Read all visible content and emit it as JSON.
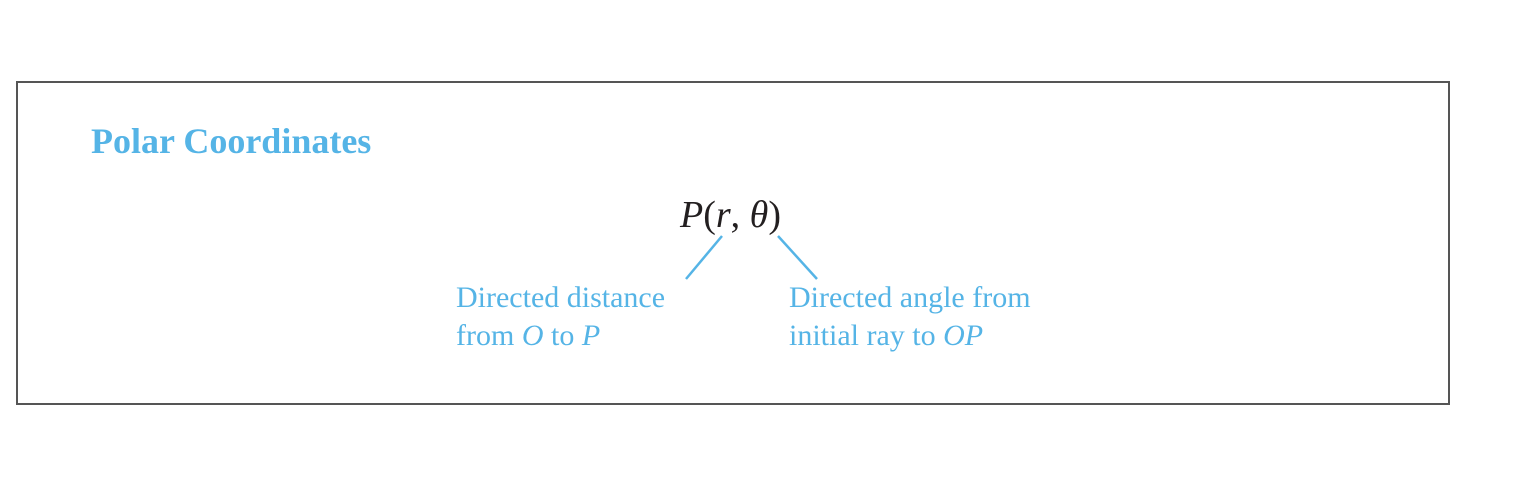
{
  "box": {
    "title": "Polar Coordinates",
    "title_color": "#55b4e6",
    "border_color": "#555555"
  },
  "formula": {
    "P": "P",
    "open": "(",
    "r": "r",
    "comma": ", ",
    "theta": "θ",
    "close": ")"
  },
  "labels": {
    "left": {
      "line1": "Directed distance",
      "line2_prefix": "from ",
      "line2_O": "O",
      "line2_mid": " to ",
      "line2_P": "P"
    },
    "right": {
      "line1": "Directed angle from",
      "line2_prefix": "initial ray to ",
      "line2_OP": "OP"
    }
  }
}
